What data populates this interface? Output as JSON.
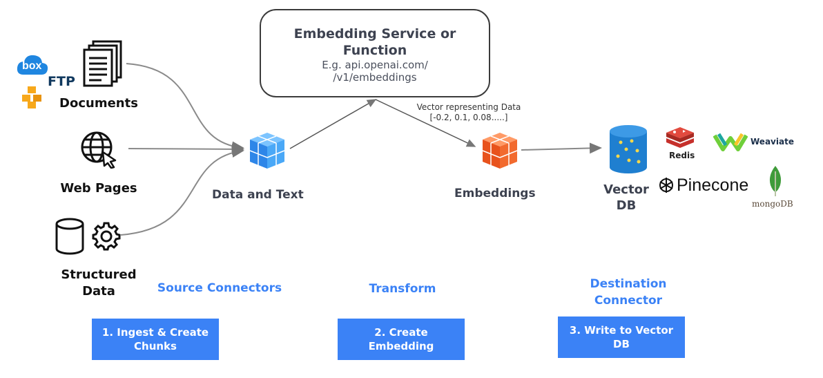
{
  "service": {
    "title": "Embedding Service or Function",
    "subtitle_line1": "E.g. api.openai.com/",
    "subtitle_line2": "/v1/embeddings"
  },
  "sources": {
    "documents": "Documents",
    "web_pages": "Web Pages",
    "structured_line1": "Structured",
    "structured_line2": "Data",
    "ftp": "FTP",
    "box": "box"
  },
  "nodes": {
    "data_and_text": "Data and Text",
    "embeddings": "Embeddings",
    "vector_db_line1": "Vector",
    "vector_db_line2": "DB"
  },
  "vector_note": {
    "line1": "Vector representing Data",
    "line2": "[-0.2, 0.1, 0.08.....]"
  },
  "destinations": {
    "redis": "Redis",
    "weaviate": "Weaviate",
    "pinecone": "Pinecone",
    "mongodb": "mongoDB"
  },
  "sections": {
    "source": "Source Connectors",
    "transform": "Transform",
    "destination_line1": "Destination",
    "destination_line2": "Connector"
  },
  "steps": {
    "step1_line1": "1. Ingest & Create",
    "step1_line2": "Chunks",
    "step2_line1": "2. Create",
    "step2_line2": "Embedding",
    "step3_line1": "3. Write to Vector",
    "step3_line2": "DB"
  },
  "colors": {
    "accent_blue": "#3b82f6",
    "cube_blue": "#3aa0f0",
    "cube_orange": "#f26a2e",
    "vector_db_blue": "#1f7fd0",
    "redis_red": "#c6302b",
    "mongo_green": "#3f9b3a"
  }
}
